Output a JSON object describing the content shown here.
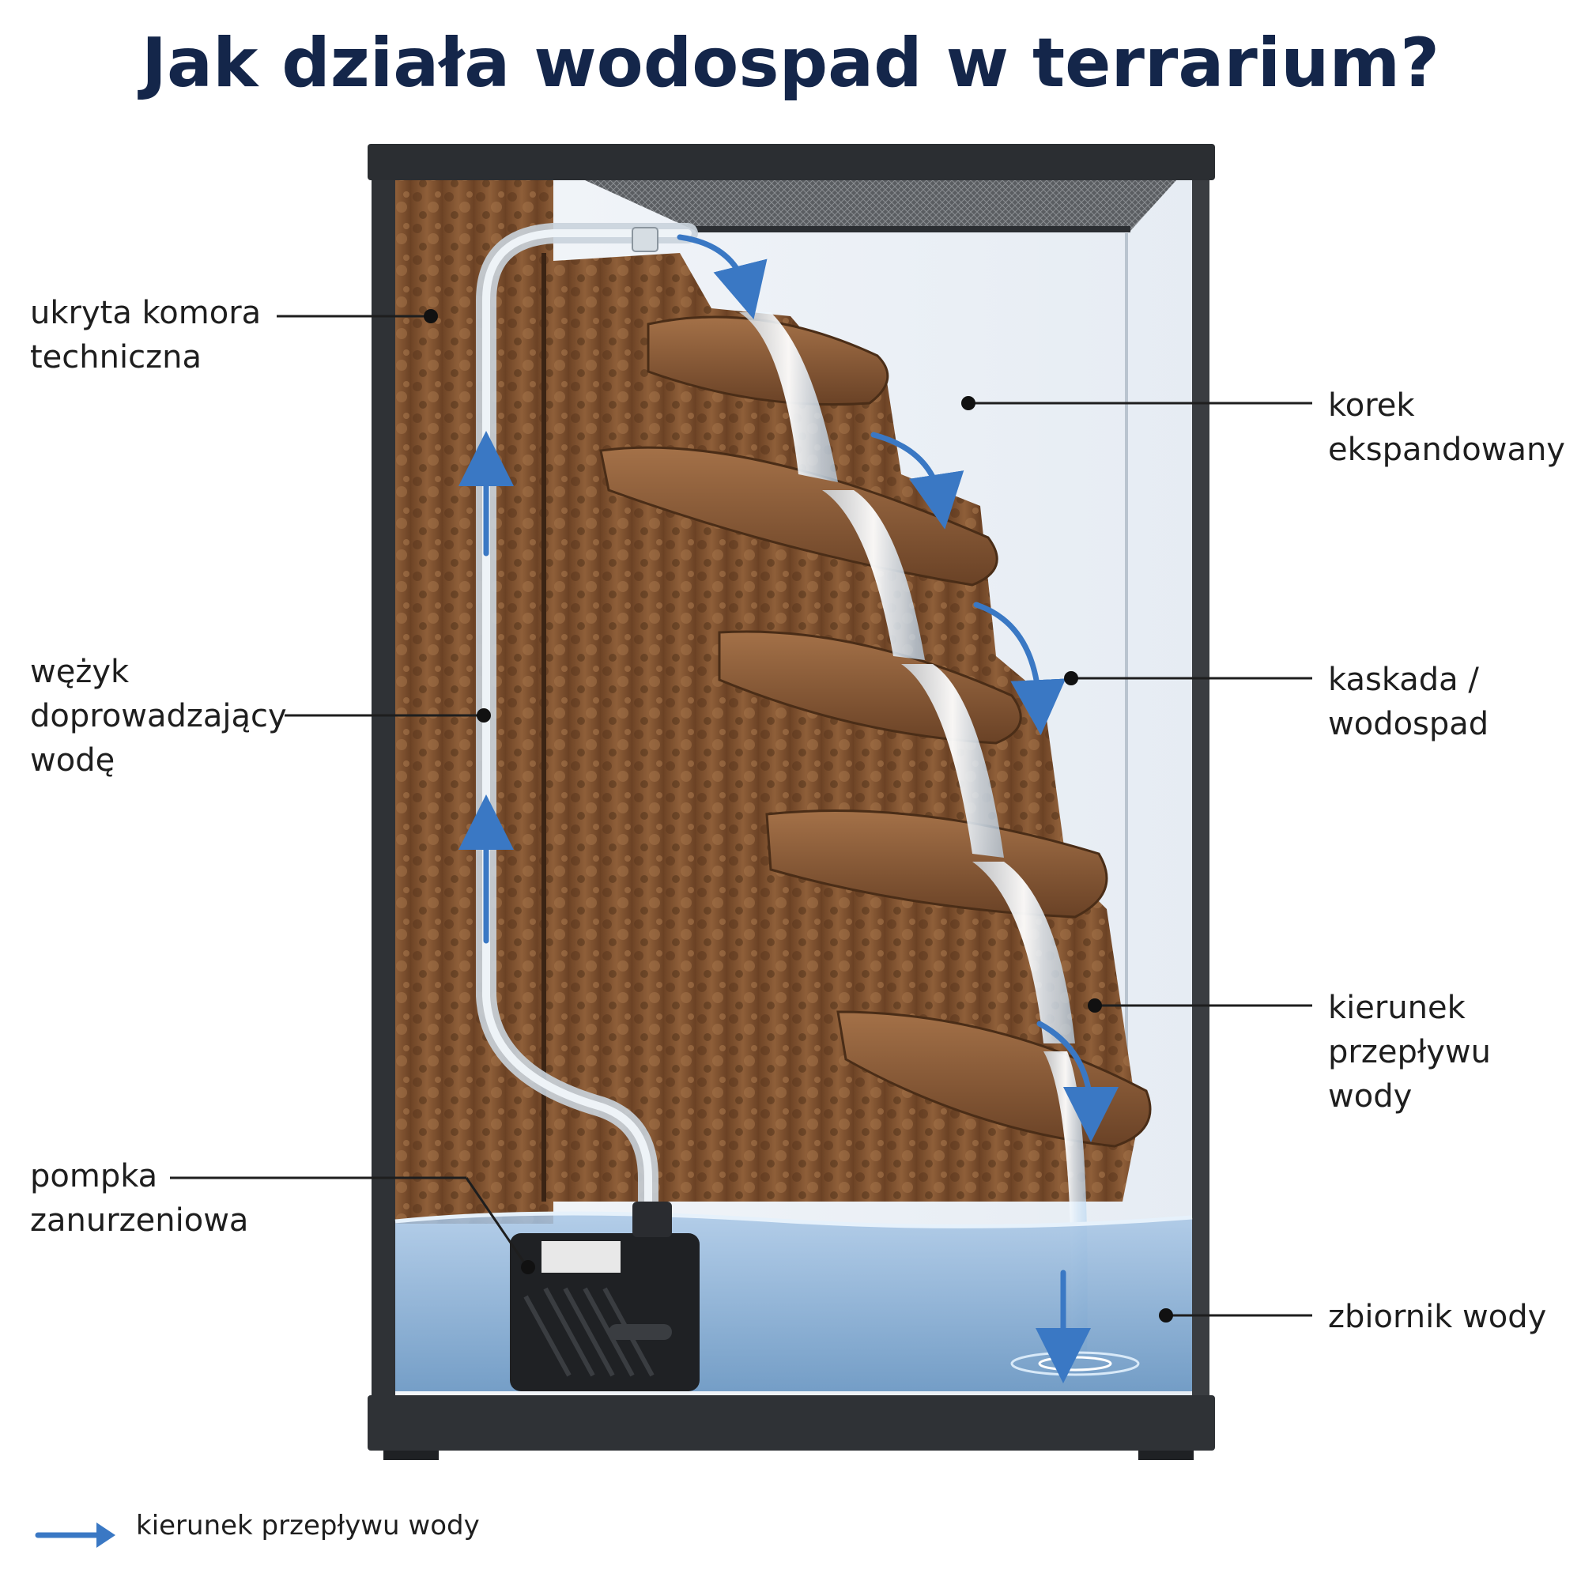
{
  "title": "Jak działa wodospad w terrarium?",
  "labels": {
    "hidden_chamber": [
      "ukryta komora",
      "techniczna"
    ],
    "hose": [
      "wężyk",
      "doprowadzający",
      "wodę"
    ],
    "pump": [
      "pompka",
      "zanurzeniowa"
    ],
    "cork": [
      "korek",
      "ekspandowany"
    ],
    "cascade": [
      "kaskada /",
      "wodospad"
    ],
    "flow_direction": [
      "kierunek",
      "przepływu wody"
    ],
    "reservoir": [
      "zbiornik wody"
    ]
  },
  "legend": {
    "text": "kierunek przepływu wody",
    "icon": "arrow-right-icon",
    "arrow_color": "#3a78c4"
  },
  "colors": {
    "title": "#14264a",
    "frame": "#2f3236",
    "cork": "#8a5a36",
    "water": "#7fa8d0"
  }
}
